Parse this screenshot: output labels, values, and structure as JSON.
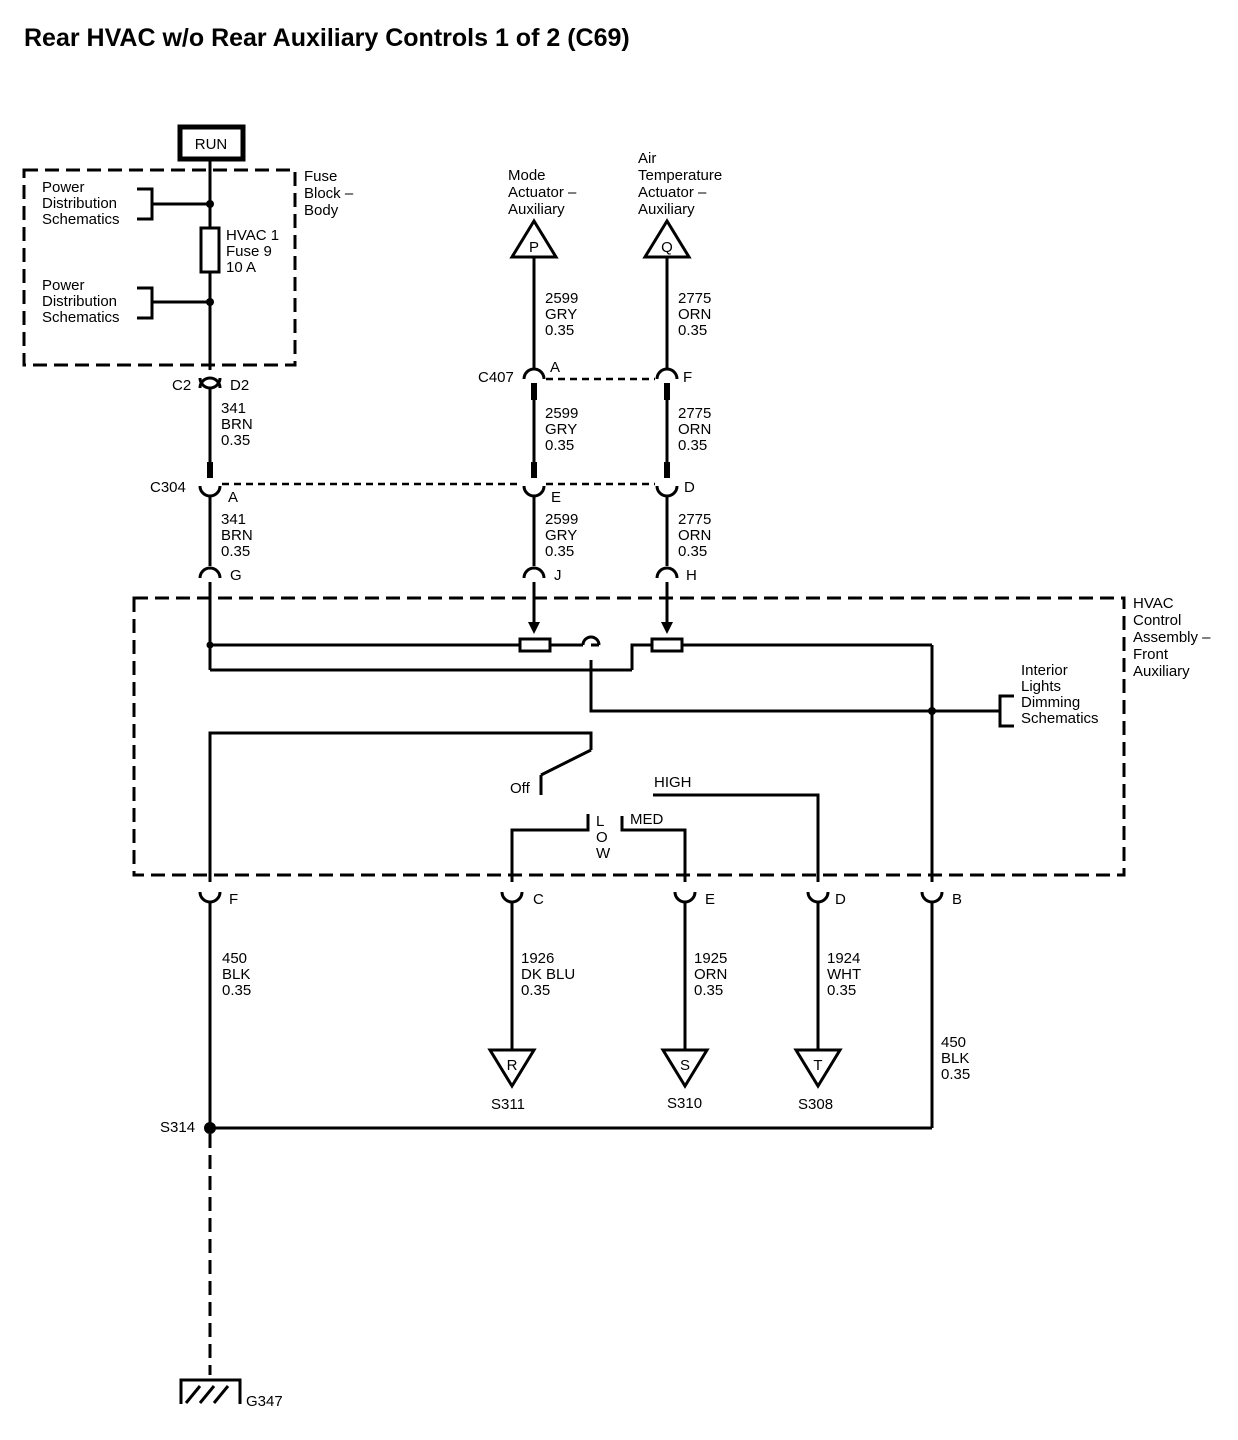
{
  "title": "Rear HVAC w/o Rear Auxiliary Controls 1 of 2 (C69)",
  "run": "RUN",
  "fuse_block": [
    "Fuse",
    "Block –",
    "Body"
  ],
  "power_dist_1": [
    "Power",
    "Distribution",
    "Schematics"
  ],
  "power_dist_2": [
    "Power",
    "Distribution",
    "Schematics"
  ],
  "fuse": [
    "HVAC 1",
    "Fuse 9",
    "10 A"
  ],
  "mode_actuator": [
    "Mode",
    "Actuator –",
    "Auxiliary"
  ],
  "air_temp_actuator": [
    "Air",
    "Temperature",
    "Actuator –",
    "Auxiliary"
  ],
  "ref_p": "P",
  "ref_q": "Q",
  "ref_r": "R",
  "ref_s": "S",
  "ref_t": "T",
  "wire_2599_top": [
    "2599",
    "GRY",
    "0.35"
  ],
  "wire_2775_top": [
    "2775",
    "ORN",
    "0.35"
  ],
  "wire_2599_mid": [
    "2599",
    "GRY",
    "0.35"
  ],
  "wire_2775_mid": [
    "2775",
    "ORN",
    "0.35"
  ],
  "wire_2599_bot": [
    "2599",
    "GRY",
    "0.35"
  ],
  "wire_2775_bot": [
    "2775",
    "ORN",
    "0.35"
  ],
  "wire_341_a": [
    "341",
    "BRN",
    "0.35"
  ],
  "wire_341_b": [
    "341",
    "BRN",
    "0.35"
  ],
  "wire_450_left": [
    "450",
    "BLK",
    "0.35"
  ],
  "wire_1926": [
    "1926",
    "DK BLU",
    "0.35"
  ],
  "wire_1925": [
    "1925",
    "ORN",
    "0.35"
  ],
  "wire_1924": [
    "1924",
    "WHT",
    "0.35"
  ],
  "wire_450_right": [
    "450",
    "BLK",
    "0.35"
  ],
  "connectors": {
    "c2": "C2",
    "d2": "D2",
    "c407": "C407",
    "c407_a": "A",
    "c407_f": "F",
    "c304": "C304",
    "c304_a": "A",
    "c304_e": "E",
    "c304_d": "D",
    "g": "G",
    "j": "J",
    "h": "H",
    "f": "F",
    "c": "C",
    "e": "E",
    "d": "D",
    "b": "B"
  },
  "hvac_control": [
    "HVAC",
    "Control",
    "Assembly –",
    "Front",
    "Auxiliary"
  ],
  "interior_lights": [
    "Interior",
    "Lights",
    "Dimming",
    "Schematics"
  ],
  "switch": {
    "off": "Off",
    "low": [
      "L",
      "O",
      "W"
    ],
    "med": "MED",
    "high": "HIGH"
  },
  "splices": {
    "s311": "S311",
    "s310": "S310",
    "s308": "S308",
    "s314": "S314"
  },
  "ground": "G347"
}
